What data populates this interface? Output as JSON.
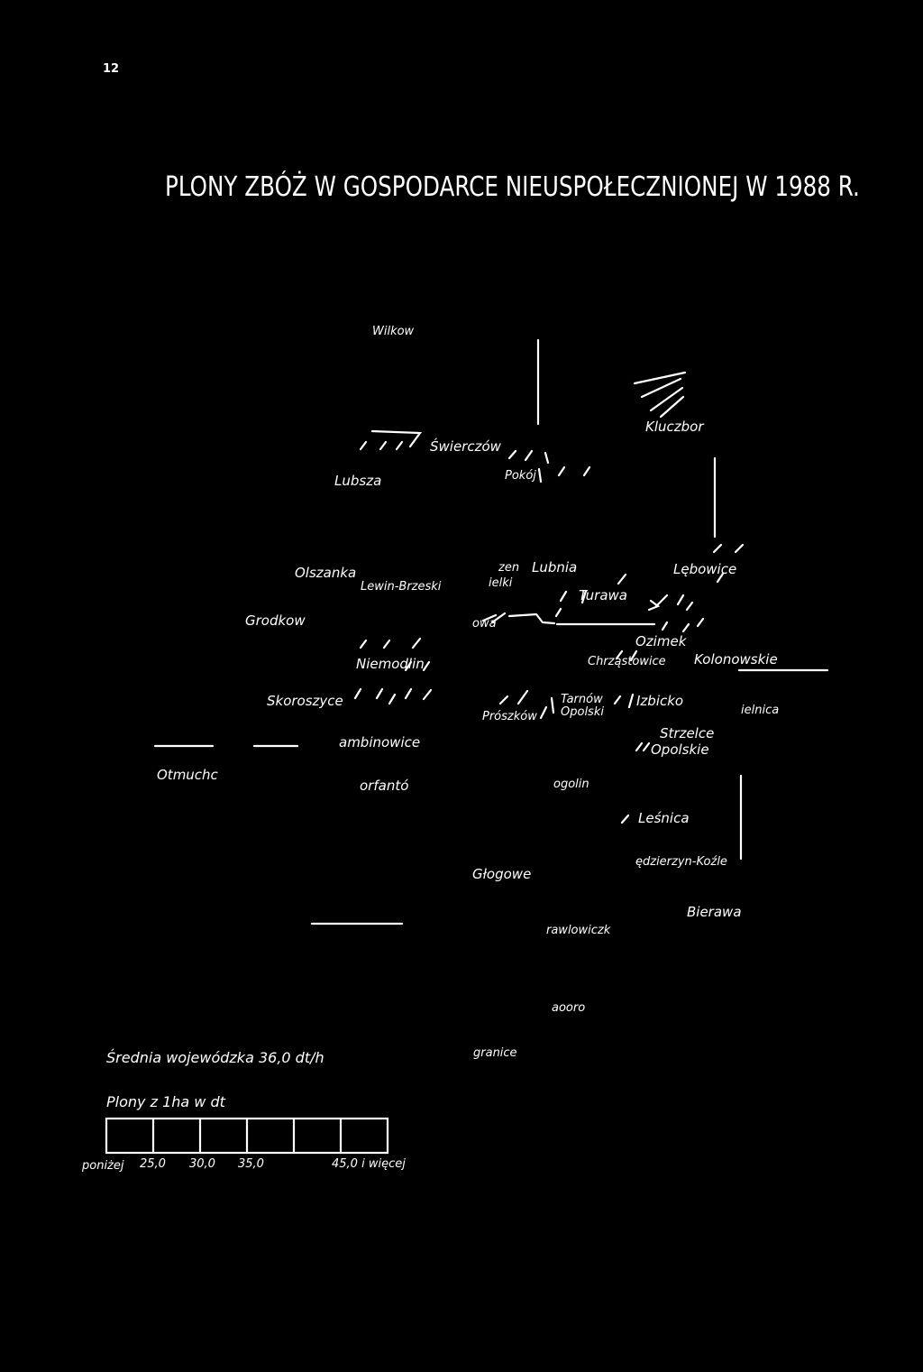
{
  "page_number": "12",
  "title": "PLONY ZBÓŻ W GOSPODARCE NIEUSPOŁECZNIONEJ   W 1988 R.",
  "places": {
    "wilkow": "Wilkow",
    "kluczbork": "Kluczbor",
    "swierczow": "Świerczów",
    "lubsza": "Lubsza",
    "pokoj": "Pokój",
    "olszanka": "Olszanka",
    "lewin_brzeski": "Lewin-Brzeski",
    "grodkow": "Grodkow",
    "lubnia": "Lubnia",
    "ielki": "ielki",
    "zen": "zen",
    "turawa": "Turawa",
    "lebowice": "Lębowice",
    "ozimek": "Ozimek",
    "chrzastowice": "Chrząstowice",
    "kolonowskie": "Kolonowskie",
    "owa": "owa",
    "niemodlin": "Niemodlin",
    "skoroszyce": "Skoroszyce",
    "proszkow": "Prószków",
    "tarnow_opolski_1": "Tarnów",
    "tarnow_opolski_2": "Opolski",
    "izbicko": "Izbicko",
    "ujelnica": "ielnica",
    "strzelce_1": "Strzelce",
    "strzelce_2": "Opolskie",
    "otmuchow": "Otmuchc",
    "lambinowice": "ambinowice",
    "korfantow": "orfantó",
    "gogolin": "ogolin",
    "lesnica": "Leśnica",
    "kedzierzyn": "ędzierzyn-Koźle",
    "glogowek": "Głogowe",
    "bierawa": "Bierawa",
    "pawlowiczki": "rawlowiczk",
    "cisek": "aooro"
  },
  "legend": {
    "avg_text": "Średnia wojewódzka 36,0 dt/h",
    "boundary_text": "granice",
    "yield_title": "Plony z 1ha w dt",
    "scale_labels": [
      "poniżej",
      "25,0",
      "30,0",
      "35,0",
      "45,0 i więcej"
    ]
  }
}
